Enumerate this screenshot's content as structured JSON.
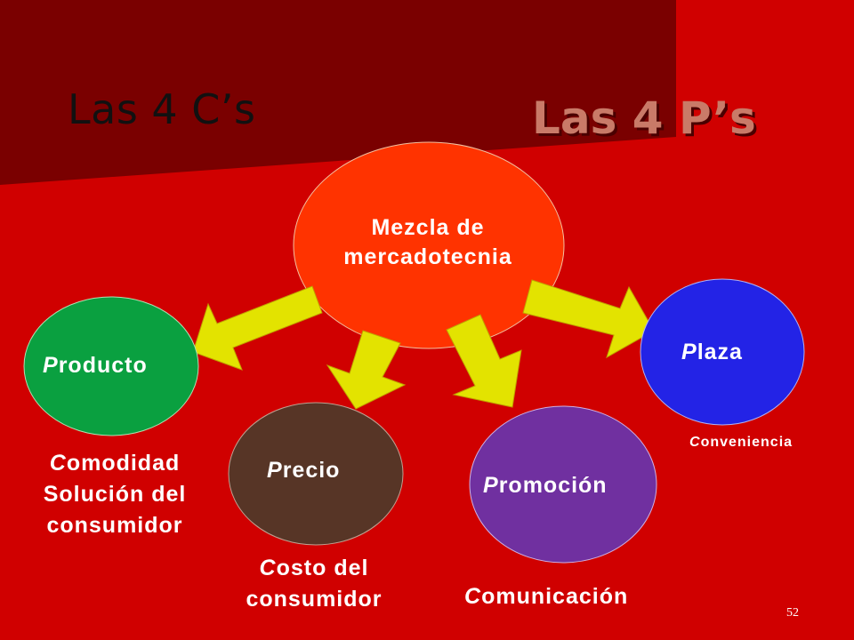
{
  "title_c": "Las 4 C’s",
  "title_p": "Las 4 P’s",
  "center": {
    "line1": "Mezcla de",
    "line2": "mercadotecnia"
  },
  "nodes": {
    "producto": {
      "initial": "P",
      "rest": "roducto",
      "color": "#0aa040"
    },
    "precio": {
      "initial": "P",
      "rest": "recio",
      "color": "#573526"
    },
    "promocion": {
      "initial": "P",
      "rest": "romoción",
      "color": "#7030a0"
    },
    "plaza": {
      "initial": "P",
      "rest": "laza",
      "color": "#2323e6"
    }
  },
  "cs": {
    "comodidad": {
      "initial": "C",
      "line1_rest": "omodidad",
      "line2": "Solución del",
      "line3": "consumidor"
    },
    "costo": {
      "initial": "C",
      "line1_rest": "osto del",
      "line2": "consumidor"
    },
    "comunicacion": {
      "initial": "C",
      "rest": "omunicación"
    },
    "conveniencia": {
      "initial": "C",
      "rest": "onveniencia"
    }
  },
  "colors": {
    "background": "#d00000",
    "dark_band": "#7a0000",
    "center_ellipse": "#ff3300",
    "arrow": "#e3e300"
  },
  "page_number": "52"
}
